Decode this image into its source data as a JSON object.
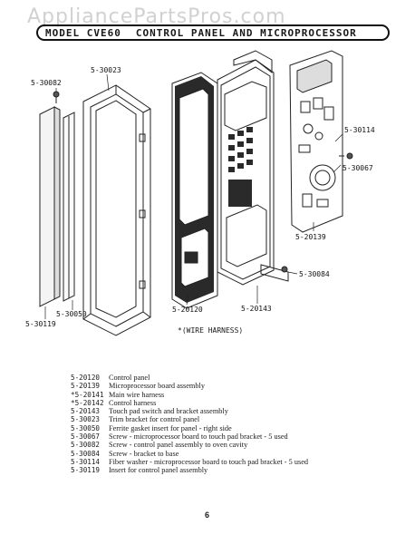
{
  "header": {
    "watermark": "AppliancePartsPros.com",
    "model": "MODEL CVE60",
    "title": "CONTROL PANEL AND MICROPROCESSOR"
  },
  "callouts": {
    "c_30082": "5-30082",
    "c_30023": "5-30023",
    "c_30114": "5-30114",
    "c_30067": "5-30067",
    "c_20139": "5-20139",
    "c_30084": "5-30084",
    "c_20143": "5-20143",
    "c_20120": "5-20120",
    "c_30050": "5-30050",
    "c_30119": "5-30119"
  },
  "caption": "*(WIRE HARNESS)",
  "legend": [
    {
      "part": "5-20120",
      "desc": "Control panel"
    },
    {
      "part": "5-20139",
      "desc": "Microprocessor board assembly"
    },
    {
      "part": "*5-20141",
      "desc": "Main wire harness"
    },
    {
      "part": "*5-20142",
      "desc": "Control harness"
    },
    {
      "part": "5-20143",
      "desc": "Touch pad switch and bracket assembly"
    },
    {
      "part": "5-30023",
      "desc": "Trim bracket for control panel"
    },
    {
      "part": "5-30050",
      "desc": "Ferrite gasket insert for panel - right side"
    },
    {
      "part": "5-30067",
      "desc": "Screw - microprocessor board to touch pad bracket - 5 used"
    },
    {
      "part": "5-30082",
      "desc": "Screw - control panel assembly to oven cavity"
    },
    {
      "part": "5-30084",
      "desc": "Screw - bracket to base"
    },
    {
      "part": "5-30114",
      "desc": "Fiber washer - microprocessor board to touch pad bracket - 5 used"
    },
    {
      "part": "5-30119",
      "desc": "Insert for control panel assembly"
    }
  ],
  "page_number": "6"
}
